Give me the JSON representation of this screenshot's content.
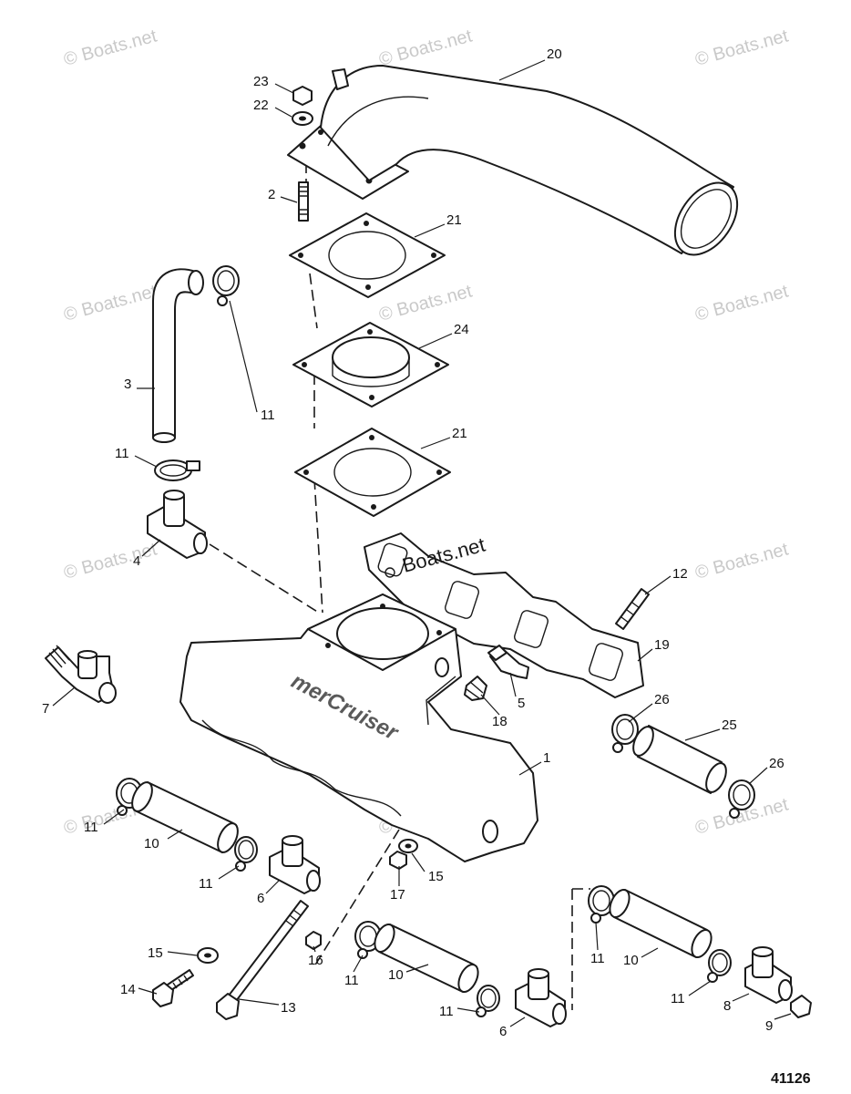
{
  "watermark": "© Boats.net",
  "watermark_center": "Boats.net",
  "manifold_logo": "merCruiser",
  "figure_number": "41126",
  "callouts": {
    "c20": "20",
    "c23": "23",
    "c22": "22",
    "c2": "2",
    "c21a": "21",
    "c24": "24",
    "c21b": "21",
    "c3": "3",
    "c11a": "11",
    "c11b": "11",
    "c4": "4",
    "c12": "12",
    "c19": "19",
    "c7": "7",
    "c5": "5",
    "c18": "18",
    "c26a": "26",
    "c25": "25",
    "c26b": "26",
    "c1": "1",
    "c11c": "11",
    "c10a": "10",
    "c11d": "11",
    "c6a": "6",
    "c15a": "15",
    "c17": "17",
    "c16": "16",
    "c15b": "15",
    "c14": "14",
    "c13": "13",
    "c11e": "11",
    "c10b": "10",
    "c11f": "11",
    "c6b": "6",
    "c11g": "11",
    "c10c": "10",
    "c11h": "11",
    "c8": "8",
    "c9": "9"
  }
}
